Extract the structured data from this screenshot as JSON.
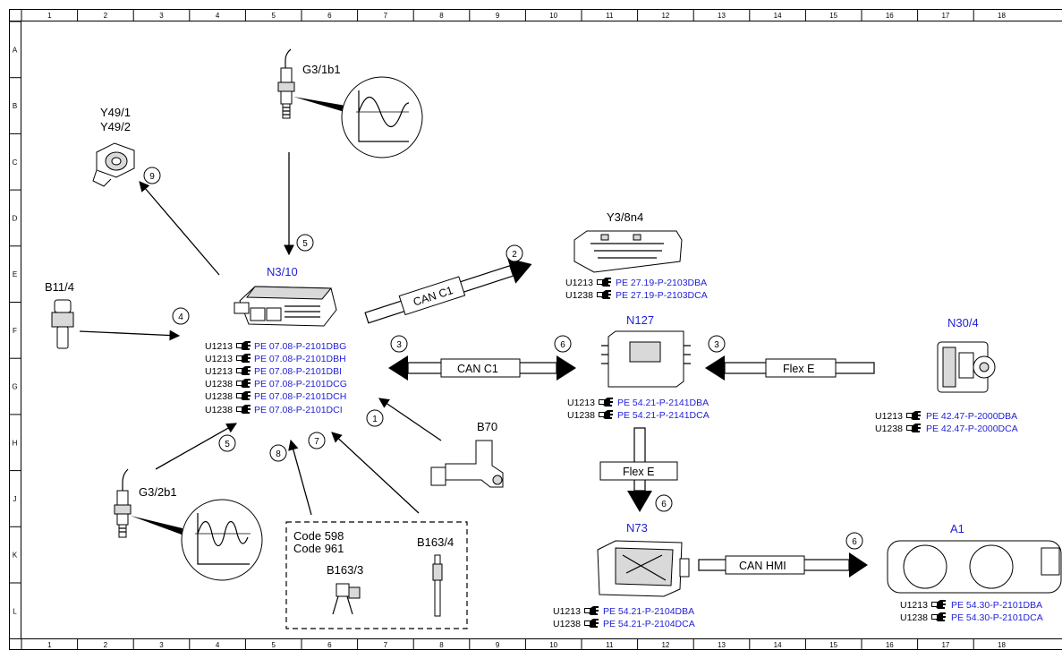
{
  "grid": {
    "columns": [
      "1",
      "2",
      "3",
      "4",
      "5",
      "6",
      "7",
      "8",
      "9",
      "10",
      "11",
      "12",
      "13",
      "14",
      "15",
      "16",
      "17",
      "18"
    ],
    "rows": [
      "A",
      "B",
      "C",
      "D",
      "E",
      "F",
      "G",
      "H",
      "J",
      "K",
      "L"
    ]
  },
  "components": {
    "n3_10": {
      "label": "N3/10",
      "refs": [
        {
          "code": "U1213",
          "link": "PE 07.08-P-2101DBG"
        },
        {
          "code": "U1213",
          "link": "PE 07.08-P-2101DBH"
        },
        {
          "code": "U1213",
          "link": "PE 07.08-P-2101DBI"
        },
        {
          "code": "U1238",
          "link": "PE 07.08-P-2101DCG"
        },
        {
          "code": "U1238",
          "link": "PE 07.08-P-2101DCH"
        },
        {
          "code": "U1238",
          "link": "PE 07.08-P-2101DCI"
        }
      ]
    },
    "g3_1b1": {
      "label": "G3/1b1"
    },
    "y49": {
      "label1": "Y49/1",
      "label2": "Y49/2"
    },
    "b11_4": {
      "label": "B11/4"
    },
    "g3_2b1": {
      "label": "G3/2b1"
    },
    "b70": {
      "label": "B70"
    },
    "y3_8n4": {
      "label": "Y3/8n4",
      "refs": [
        {
          "code": "U1213",
          "link": "PE 27.19-P-2103DBA"
        },
        {
          "code": "U1238",
          "link": "PE 27.19-P-2103DCA"
        }
      ]
    },
    "n127": {
      "label": "N127",
      "refs": [
        {
          "code": "U1213",
          "link": "PE 54.21-P-2141DBA"
        },
        {
          "code": "U1238",
          "link": "PE 54.21-P-2141DCA"
        }
      ]
    },
    "n30_4": {
      "label": "N30/4",
      "refs": [
        {
          "code": "U1213",
          "link": "PE 42.47-P-2000DBA"
        },
        {
          "code": "U1238",
          "link": "PE 42.47-P-2000DCA"
        }
      ]
    },
    "n73": {
      "label": "N73",
      "refs": [
        {
          "code": "U1213",
          "link": "PE 54.21-P-2104DBA"
        },
        {
          "code": "U1238",
          "link": "PE 54.21-P-2104DCA"
        }
      ]
    },
    "a1": {
      "label": "A1",
      "refs": [
        {
          "code": "U1213",
          "link": "PE 54.30-P-2101DBA"
        },
        {
          "code": "U1238",
          "link": "PE 54.30-P-2101DCA"
        }
      ]
    },
    "optional_box": {
      "code1": "Code 598",
      "code2": "Code 961",
      "b163_3": "B163/3",
      "b163_4": "B163/4"
    }
  },
  "buses": {
    "can_c1_top": "CAN C1",
    "can_c1_mid": "CAN C1",
    "flex_e_right": "Flex E",
    "flex_e_down": "Flex E",
    "can_hmi": "CAN HMI"
  },
  "steps": {
    "s1": "1",
    "s2": "2",
    "s3a": "3",
    "s3b": "3",
    "s4": "4",
    "s5a": "5",
    "s5b": "5",
    "s6a": "6",
    "s6b": "6",
    "s6c": "6",
    "s7": "7",
    "s8": "8",
    "s9": "9"
  },
  "colors": {
    "link": "#1f1fd6",
    "line": "#000000"
  }
}
